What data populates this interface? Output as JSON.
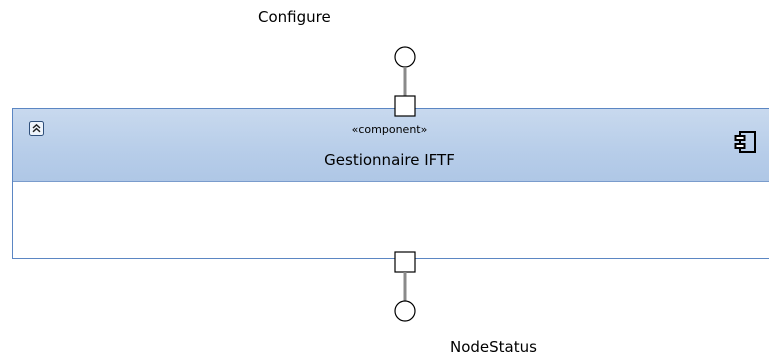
{
  "component": {
    "stereotype": "«component»",
    "name": "Gestionnaire IFTF"
  },
  "interfaces": {
    "top": {
      "label": "Configure"
    },
    "bottom": {
      "label": "NodeStatus"
    }
  },
  "colors": {
    "header_fill": "#b7cde9",
    "border": "#5b86c3",
    "connector_line": "#8a8a8a"
  },
  "icons": {
    "collapse": "chevron-double-up-icon",
    "component": "uml-component-icon"
  }
}
